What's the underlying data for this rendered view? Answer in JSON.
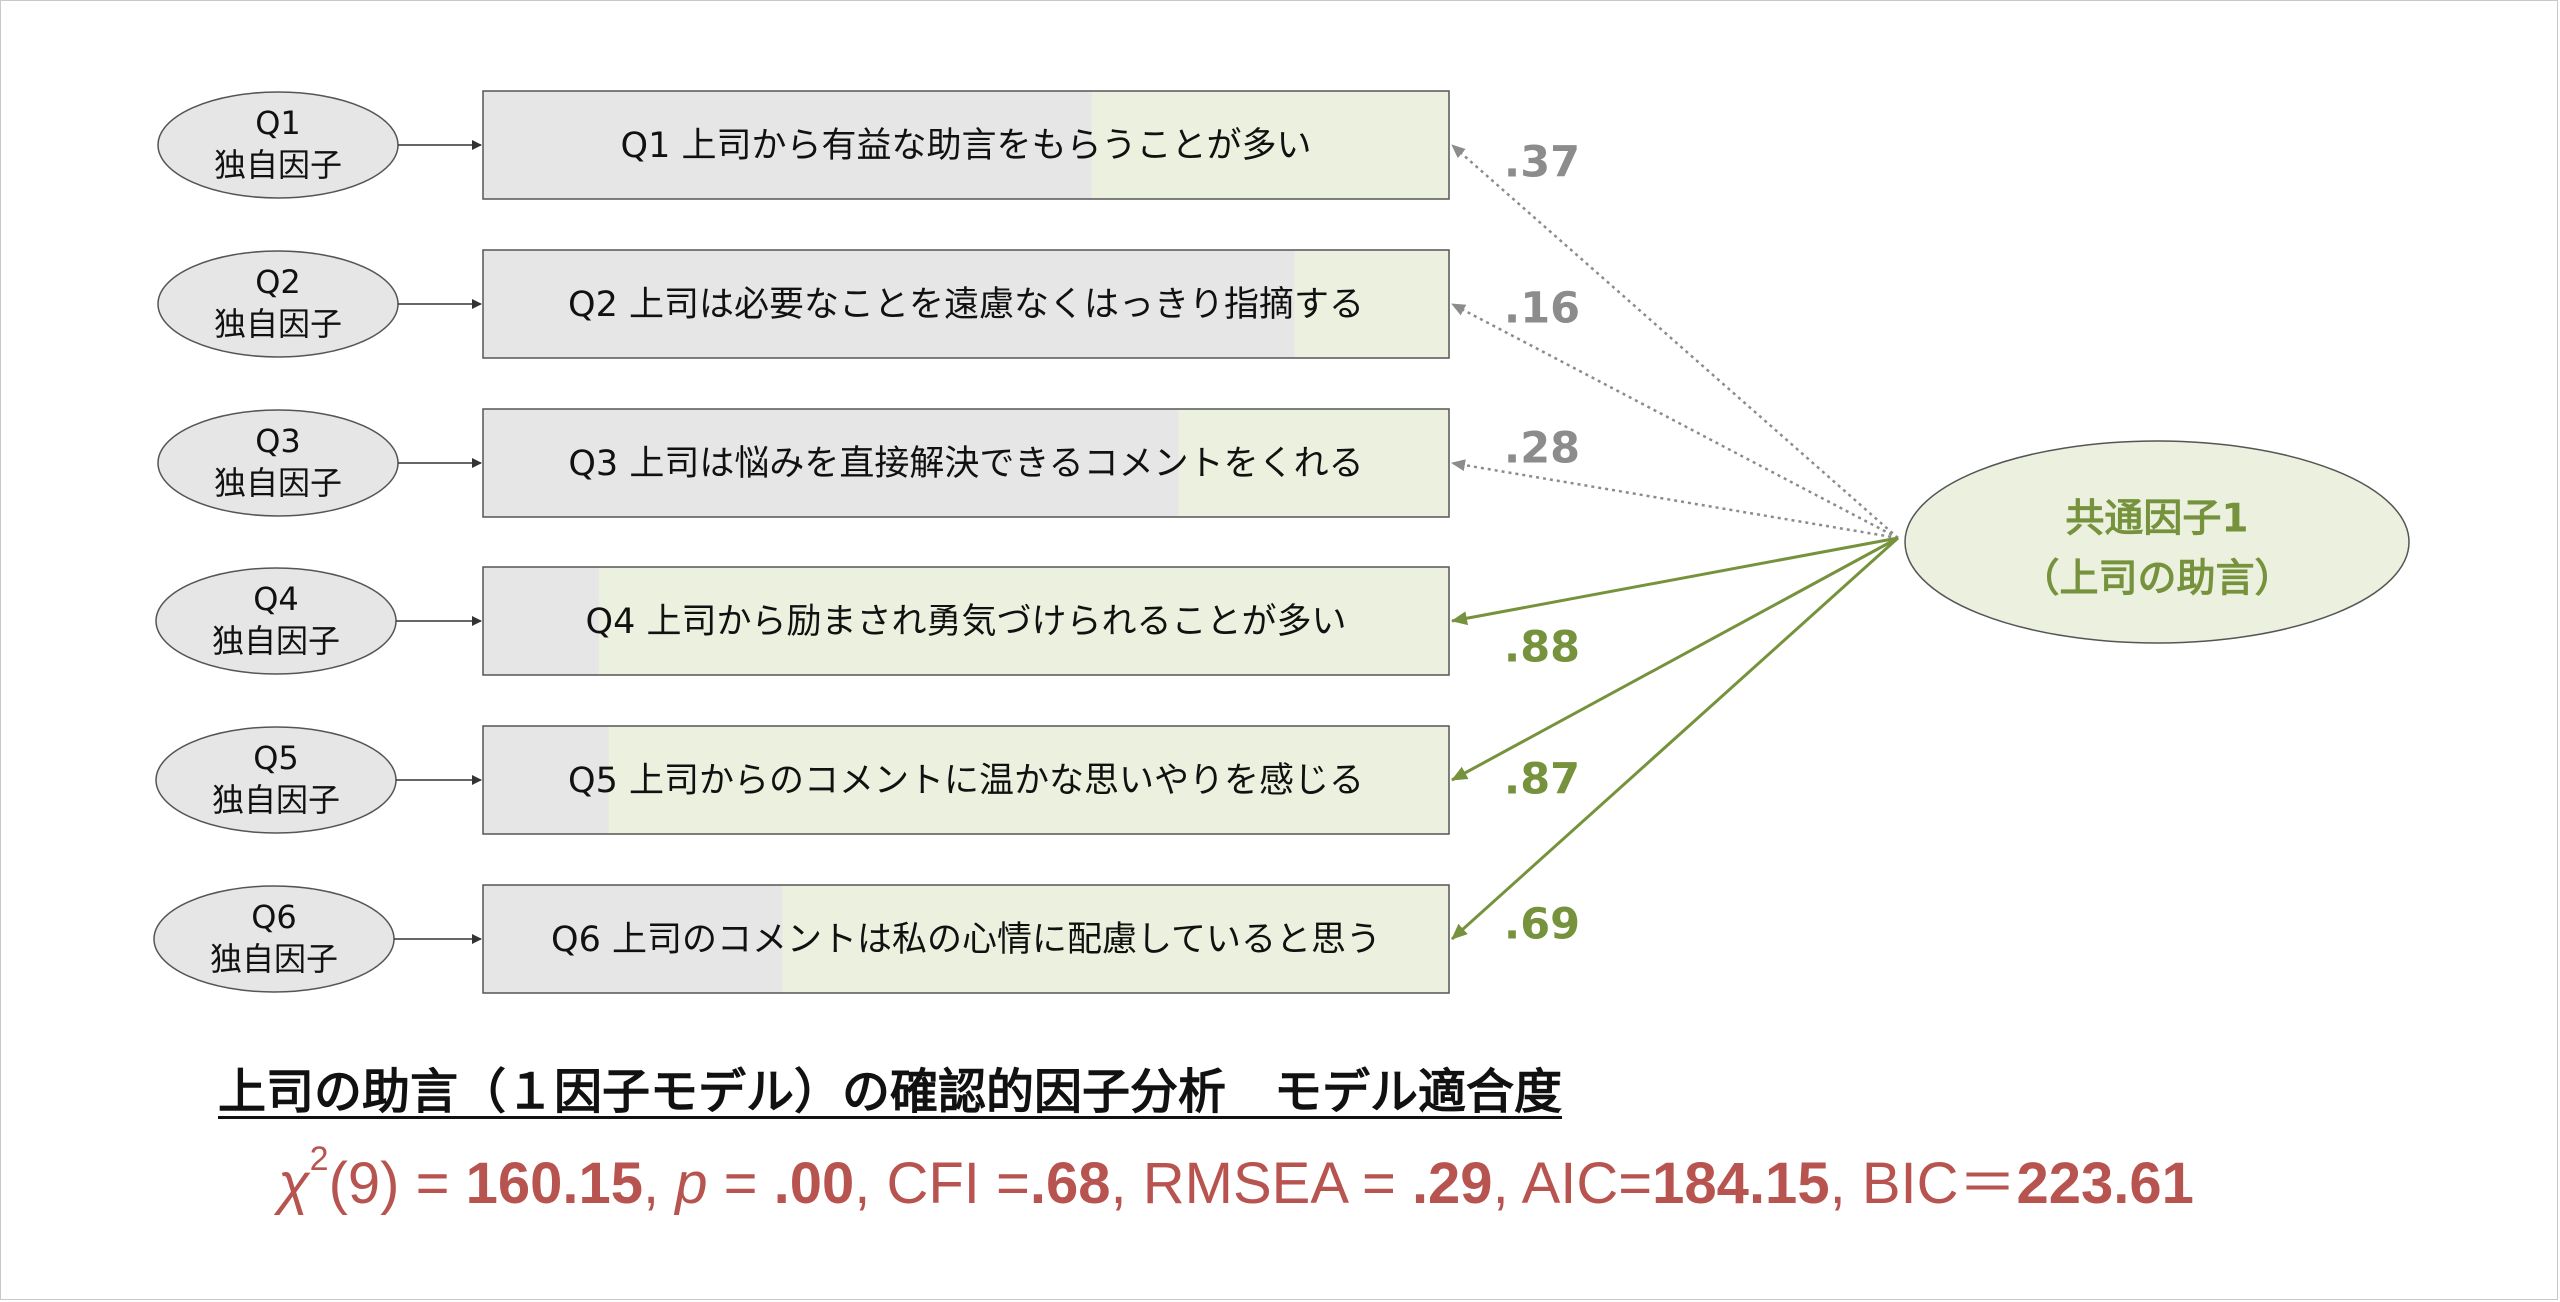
{
  "items": [
    {
      "id": "q1",
      "unique_line1": "Q1",
      "unique_line2": "独自因子",
      "label": "Q1 上司から有益な助言をもらうことが多い",
      "loading": ".37",
      "fill": 0.37,
      "strength": "weak"
    },
    {
      "id": "q2",
      "unique_line1": "Q2",
      "unique_line2": "独自因子",
      "label": "Q2 上司は必要なことを遠慮なくはっきり指摘する",
      "loading": ".16",
      "fill": 0.16,
      "strength": "weak"
    },
    {
      "id": "q3",
      "unique_line1": "Q3",
      "unique_line2": "独自因子",
      "label": "Q3 上司は悩みを直接解決できるコメントをくれる",
      "loading": ".28",
      "fill": 0.28,
      "strength": "weak"
    },
    {
      "id": "q4",
      "unique_line1": "Q4",
      "unique_line2": "独自因子",
      "label": "Q4 上司から励まされ勇気づけられることが多い",
      "loading": ".88",
      "fill": 0.88,
      "strength": "strong"
    },
    {
      "id": "q5",
      "unique_line1": "Q5",
      "unique_line2": "独自因子",
      "label": "Q5 上司からのコメントに温かな思いやりを感じる",
      "loading": ".87",
      "fill": 0.87,
      "strength": "strong"
    },
    {
      "id": "q6",
      "unique_line1": "Q6",
      "unique_line2": "独自因子",
      "label": "Q6 上司のコメントは私の心情に配慮していると思う",
      "loading": ".69",
      "fill": 0.69,
      "strength": "strong"
    }
  ],
  "factor": {
    "line1": "共通因子1",
    "line2": "（上司の助言）"
  },
  "fit": {
    "title": "上司の助言（１因子モデル）の確認的因子分析　モデル適合度",
    "chi_symbol": "χ",
    "chi_sup": "2",
    "chi_df": "(9)",
    "eq1": " = ",
    "chi_value": "160.15",
    "sep1": ", ",
    "p_symbol": "p",
    "eq2": " = ",
    "p_value": ".00",
    "sep2": ", ",
    "cfi_label": "CFI =",
    "cfi_value": ".68",
    "sep3": ", ",
    "rmsea_label": "RMSEA = ",
    "rmsea_value": ".29",
    "sep4": ", ",
    "aic_label": "AIC=",
    "aic_value": "184.15",
    "sep5": ", ",
    "bic_label": "BIC＝",
    "bic_value": "223.61"
  },
  "colors": {
    "strong": "#76923c",
    "weak": "#8c8c8c",
    "box_fill": "#ebf1de",
    "box_base": "#e6e6e6",
    "unique_fill": "#e6e6e6",
    "factor_fill": "#ebf1de",
    "stats": "#b85450"
  }
}
